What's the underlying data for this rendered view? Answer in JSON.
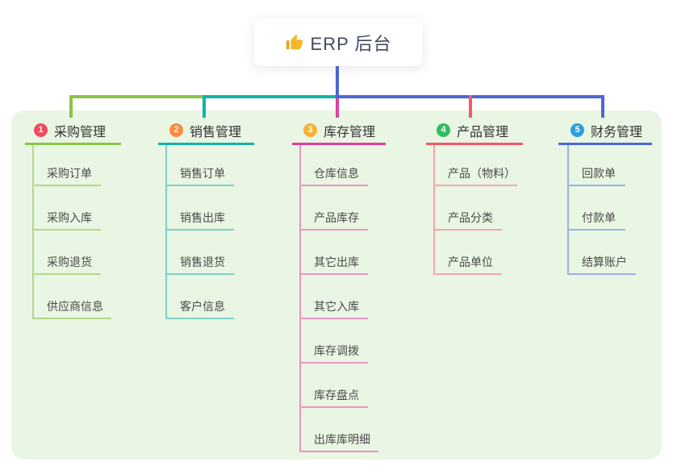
{
  "root": {
    "title": "ERP 后台",
    "icon": "thumbs-up-icon"
  },
  "branches": [
    {
      "index": "1",
      "title": "采购管理",
      "badge_color": "#f4495d",
      "line_color": "#8bc34a",
      "light_line_color": "#b1d88c",
      "children": [
        "采购订单",
        "采购入库",
        "采购退货",
        "供应商信息"
      ]
    },
    {
      "index": "2",
      "title": "销售管理",
      "badge_color": "#fb8a3f",
      "line_color": "#12b2a6",
      "light_line_color": "#7ed0c8",
      "children": [
        "销售订单",
        "销售出库",
        "销售退货",
        "客户信息"
      ]
    },
    {
      "index": "3",
      "title": "库存管理",
      "badge_color": "#f9b234",
      "line_color": "#e0409c",
      "light_line_color": "#ef93c4",
      "children": [
        "仓库信息",
        "产品库存",
        "其它出库",
        "其它入库",
        "库存调拨",
        "库存盘点",
        "出库库明细"
      ]
    },
    {
      "index": "4",
      "title": "产品管理",
      "badge_color": "#2fbe5e",
      "line_color": "#f4596a",
      "light_line_color": "#f9a3ab",
      "children": [
        "产品（物料）",
        "产品分类",
        "产品单位"
      ]
    },
    {
      "index": "5",
      "title": "财务管理",
      "badge_color": "#2d9fdb",
      "line_color": "#4a69d9",
      "light_line_color": "#9cb0ea",
      "children": [
        "回款单",
        "付款单",
        "结算账户"
      ]
    }
  ],
  "colors": {
    "panel_background": "#e9f6e3",
    "root_connector": "#4c66d6",
    "root_node_background": "#ffffff",
    "title_text": "#333333",
    "child_text": "#4a4a4a",
    "thumb_icon": "#f5b729"
  }
}
